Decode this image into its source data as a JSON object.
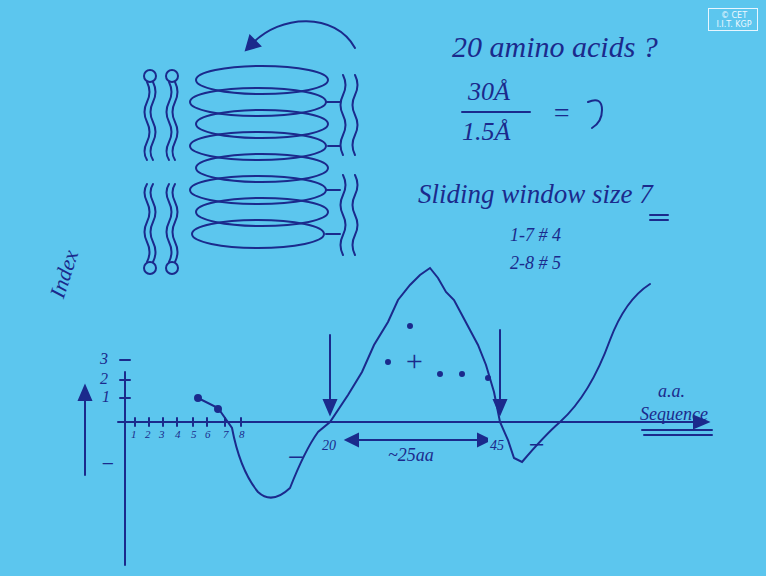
{
  "diagram": {
    "nodes": [
      {
        "text": [
          "© CET I.I.T. KGP"
        ]
      }
    ],
    "labels": [
      "20 amino acids ?",
      "30Å",
      "1.5Å",
      "=",
      "Sliding window size 7",
      "1-7 # 4",
      "2-8 # 5",
      "Index",
      "3",
      "2",
      "1",
      "−",
      "1",
      "2",
      "3",
      "4",
      "5",
      "6",
      "7",
      "8",
      "20",
      "45",
      "+",
      "−",
      "−",
      "~25aa",
      "a.a.",
      "Sequence"
    ]
  }
}
